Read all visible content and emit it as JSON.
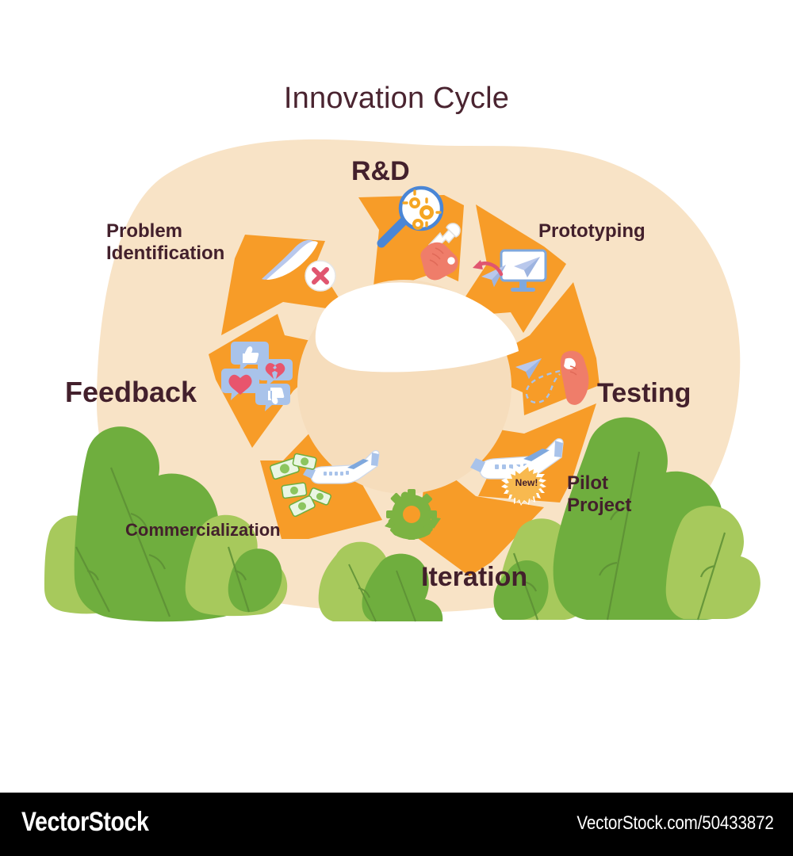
{
  "title": "Innovation Cycle",
  "colors": {
    "background": "#ffffff",
    "blob": "#f8e3c6",
    "segment": "#f79c28",
    "center": "#f6ddbc",
    "center_highlight": "#ffffff",
    "text": "#43202c",
    "title_text": "#4a2430",
    "leaf_dark": "#6fae3e",
    "leaf_light": "#a7c95c",
    "accent_red": "#e8556d",
    "accent_skin": "#ef7d6a",
    "accent_blue": "#a9c3ea",
    "accent_green": "#7cb342",
    "watermark_bar": "#000000",
    "watermark_text": "#ffffff"
  },
  "cycle": {
    "steps": [
      {
        "id": "rd",
        "label": "R&D",
        "icon": "magnifier-gears-wrench-icon",
        "emphasis": "large"
      },
      {
        "id": "prototyping",
        "label": "Prototyping",
        "icon": "monitor-paper-plane-icon",
        "emphasis": "small"
      },
      {
        "id": "testing",
        "label": "Testing",
        "icon": "hand-throwing-paper-plane-icon",
        "emphasis": "large"
      },
      {
        "id": "pilot-project",
        "label": "Pilot\nProject",
        "icon": "airplane-new-badge-icon",
        "emphasis": "small",
        "badge": "New!"
      },
      {
        "id": "iteration",
        "label": "Iteration",
        "icon": "gear-recycle-arrows-icon",
        "emphasis": "large"
      },
      {
        "id": "commercialization",
        "label": "Commercialization",
        "icon": "airplane-money-icon",
        "emphasis": "small"
      },
      {
        "id": "feedback",
        "label": "Feedback",
        "icon": "reaction-speech-bubbles-icon",
        "emphasis": "large"
      },
      {
        "id": "problem-identification",
        "label": "Problem\nIdentification",
        "icon": "broken-wing-cross-icon",
        "emphasis": "small"
      }
    ]
  },
  "watermark": {
    "brand": "VectorStock",
    "url": "VectorStock.com/50433872"
  }
}
